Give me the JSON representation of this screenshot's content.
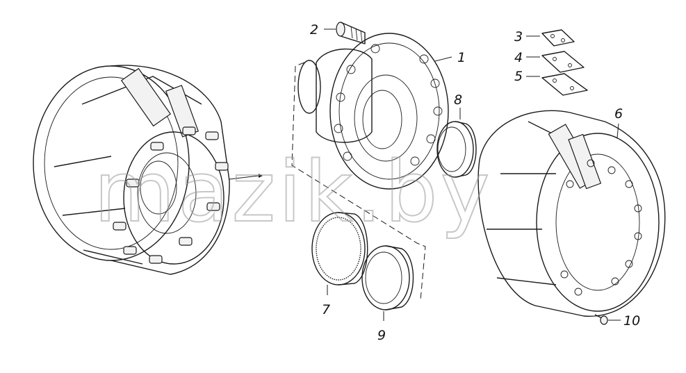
{
  "watermark": "mazik.by",
  "callouts": {
    "c1": "1",
    "c2": "2",
    "c3": "3",
    "c4": "4",
    "c5": "5",
    "c6": "6",
    "c7": "7",
    "c8": "8",
    "c9": "9",
    "c10": "10"
  },
  "colors": {
    "line": "#1a1a1a",
    "watermark": "#9a9a9a",
    "background": "#ffffff"
  }
}
